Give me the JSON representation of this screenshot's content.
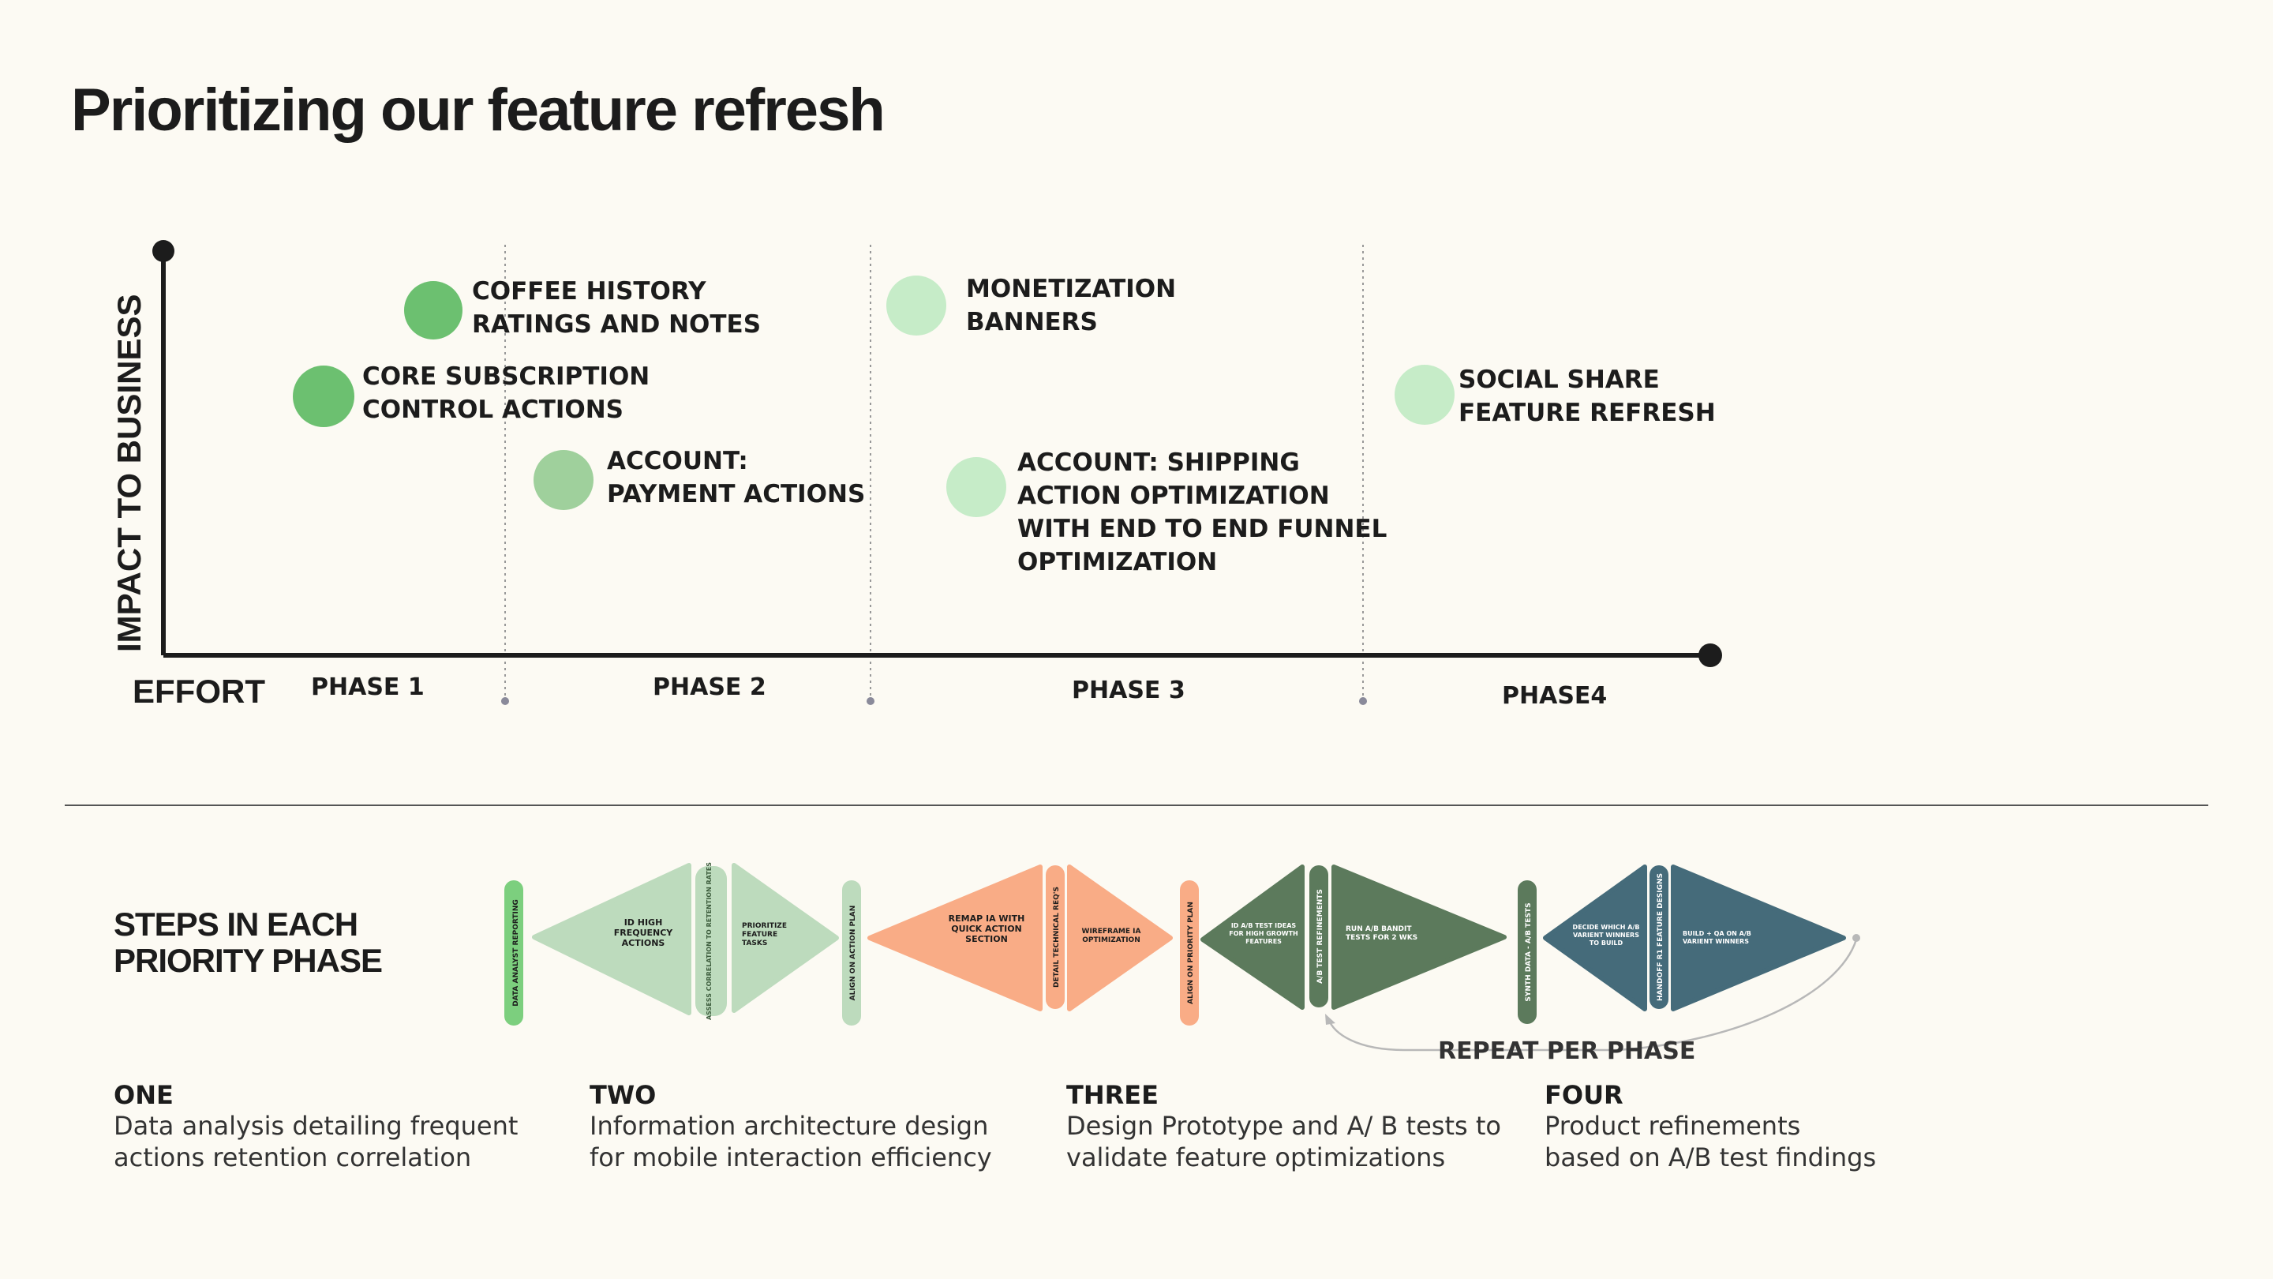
{
  "title": "Prioritizing our feature refresh",
  "chart": {
    "y_axis_label": "IMPACT TO BUSINESS",
    "x_axis_label": "EFFORT",
    "phases": [
      "PHASE 1",
      "PHASE 2",
      "PHASE 3",
      "PHASE4"
    ],
    "items": [
      {
        "lines": [
          "COFFEE HISTORY",
          "RATINGS AND NOTES"
        ],
        "color": "#6cc070"
      },
      {
        "lines": [
          "CORE SUBSCRIPTION",
          "CONTROL ACTIONS"
        ],
        "color": "#6cc070"
      },
      {
        "lines": [
          "ACCOUNT:",
          "PAYMENT ACTIONS"
        ],
        "color": "#9fd09c"
      },
      {
        "lines": [
          "MONETIZATION",
          "BANNERS"
        ],
        "color": "#c6ecc8"
      },
      {
        "lines": [
          "ACCOUNT: SHIPPING",
          "ACTION OPTIMIZATION",
          "WITH END TO END FUNNEL",
          "OPTIMIZATION"
        ],
        "color": "#c6ecc8"
      },
      {
        "lines": [
          "SOCIAL SHARE",
          "FEATURE REFRESH"
        ],
        "color": "#c6ecc8"
      }
    ]
  },
  "steps": {
    "title_lines": [
      "STEPS IN EACH",
      "PRIORITY PHASE"
    ],
    "repeat_label": "REPEAT PER PHASE",
    "flow": [
      {
        "label": "DATA ANALYST REPORTING",
        "color": "#7ccf7e"
      },
      {
        "label": "ID HIGH FREQUENCY ACTIONS",
        "color": "#bddbbd"
      },
      {
        "label": "ASSESS CORRELATION TO RETENTION RATES",
        "color": "#bddbbd"
      },
      {
        "label": "PRIORITIZE FEATURE TASKS",
        "color": "#bddbbd"
      },
      {
        "label": "ALIGN ON ACTION PLAN",
        "color": "#bddbbd"
      },
      {
        "label": "REMAP IA WITH QUICK ACTION SECTION",
        "color": "#f9ac86"
      },
      {
        "label": "DETAIL TECHNICAL REQ'S",
        "color": "#f9ac86"
      },
      {
        "label": "WIREFRAME IA OPTIMIZATION",
        "color": "#f9ac86"
      },
      {
        "label": "ALIGN ON PRIORITY PLAN",
        "color": "#f9ac86"
      },
      {
        "label": "ID A/B TEST IDEAS FOR HIGH GROWTH FEATURES",
        "color": "#5c7a5c"
      },
      {
        "label": "A/B TEST REFINEMENTS",
        "color": "#5c7a5c"
      },
      {
        "label": "RUN A/B BANDIT TESTS FOR 2 WKS",
        "color": "#5c7a5c"
      },
      {
        "label": "SYNTH DATA - A/B TESTS",
        "color": "#5c7a5c"
      },
      {
        "label": "DECIDE WHICH A/B VARIENT WINNERS TO BUILD",
        "color": "#456b7a"
      },
      {
        "label": "HANDOFF R1 FEATURE DESIGNS",
        "color": "#456b7a"
      },
      {
        "label": "BUILD + QA ON A/B VARIENT WINNERS",
        "color": "#456b7a"
      }
    ],
    "phases": [
      {
        "head": "ONE",
        "desc": [
          "Data analysis detailing frequent",
          "actions retention correlation"
        ]
      },
      {
        "head": "TWO",
        "desc": [
          "Information architecture design",
          "for mobile interaction efficiency"
        ]
      },
      {
        "head": "THREE",
        "desc": [
          "Design Prototype and A/ B tests to",
          "validate feature optimizations"
        ]
      },
      {
        "head": "FOUR",
        "desc": [
          "Product refinements",
          "based on A/B test findings"
        ]
      }
    ]
  }
}
